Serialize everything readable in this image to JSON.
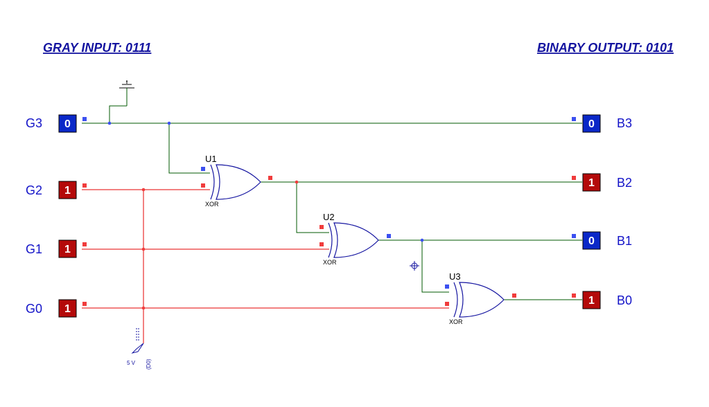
{
  "titles": {
    "input": "GRAY INPUT: 0111",
    "output": "BINARY OUTPUT: 0101"
  },
  "colors": {
    "zero_box": "#0a28c8",
    "one_box": "#b40a0a",
    "wire_low": "#005a00",
    "wire_high": "#e60000",
    "pin_low": "#3c50f0",
    "pin_high": "#f03c3c"
  },
  "inputs": [
    {
      "name": "G3",
      "value": "0"
    },
    {
      "name": "G2",
      "value": "1"
    },
    {
      "name": "G1",
      "value": "1"
    },
    {
      "name": "G0",
      "value": "1"
    }
  ],
  "outputs": [
    {
      "name": "B3",
      "value": "0"
    },
    {
      "name": "B2",
      "value": "1"
    },
    {
      "name": "B1",
      "value": "0"
    },
    {
      "name": "B0",
      "value": "1"
    }
  ],
  "gates": [
    {
      "ref": "U1",
      "type": "XOR"
    },
    {
      "ref": "U2",
      "type": "XOR"
    },
    {
      "ref": "U3",
      "type": "XOR"
    }
  ],
  "ground": {
    "label": "-"
  },
  "source": {
    "voltage": "5 V",
    "tag": "(D0)"
  },
  "icons": {
    "ground": "ground-symbol-icon",
    "source": "voltage-source-icon",
    "probe": "crosshair-icon"
  }
}
